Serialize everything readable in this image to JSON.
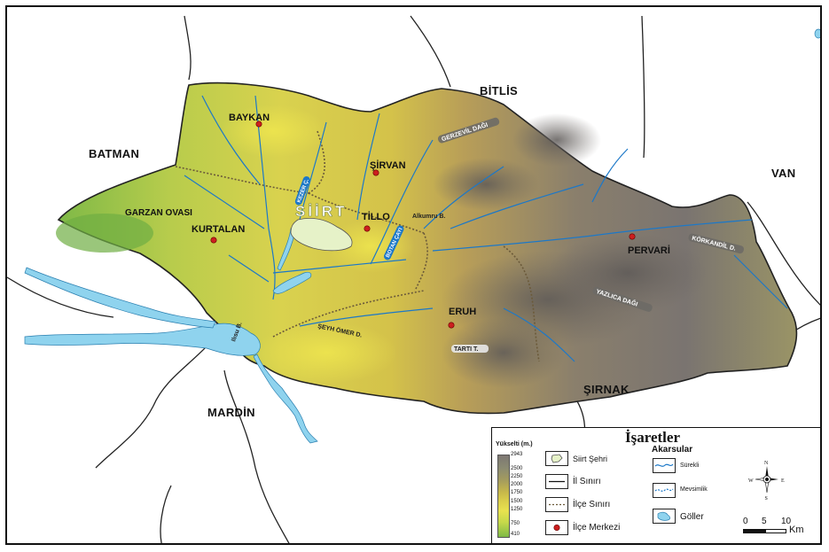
{
  "regions": {
    "batman": "BATMAN",
    "bitlis": "BİTLİS",
    "van": "VAN",
    "mardin": "MARDİN",
    "sirnak": "ŞIRNAK"
  },
  "towns": {
    "baykan": "BAYKAN",
    "sirvan": "ŞİRVAN",
    "tillo": "TİLLO",
    "kurtalan": "KURTALAN",
    "pervari": "PERVARİ",
    "eruh": "ERUH"
  },
  "city": "SİİRT",
  "features": {
    "garzan": "GARZAN OVASI",
    "gerzevil": "GERZEVİL DAĞI",
    "korkandil": "KÖRKANDİL D.",
    "yazlica": "YAZLICA DAĞI",
    "seyhomer": "ŞEYH ÖMER D.",
    "tarti": "TARTI T.",
    "alkumru": "Alkumru B.",
    "ilisu": "Ilısu B."
  },
  "rivers": {
    "kezer": "KEZER Ç.",
    "botan": "BOTAN ÇAYI"
  },
  "legend": {
    "title": "İşaretler",
    "elevation_title": "Yükselti (m.)",
    "elevation_ticks": [
      "2943",
      "2500",
      "2250",
      "2000",
      "1750",
      "1500",
      "1250",
      "750",
      "410"
    ],
    "items": {
      "city": "Siirt Şehri",
      "province_border": "İl Sınırı",
      "district_border": "İlçe Sınırı",
      "district_center": "İlçe Merkezi"
    },
    "rivers_title": "Akarsular",
    "permanent": "Sürekli",
    "seasonal": "Mevsimlik",
    "lakes": "Göller",
    "compass": {
      "n": "N",
      "s": "S",
      "e": "E",
      "w": "W"
    },
    "scale": {
      "zero": "0",
      "five": "5",
      "ten": "10",
      "unit": "Km"
    }
  },
  "colors": {
    "low": "#7fb947",
    "mid": "#e8e24f",
    "high": "#7d7773",
    "water": "#8fd3ee",
    "center": "#cc1f1f",
    "city_fill": "#e6f2c8"
  }
}
